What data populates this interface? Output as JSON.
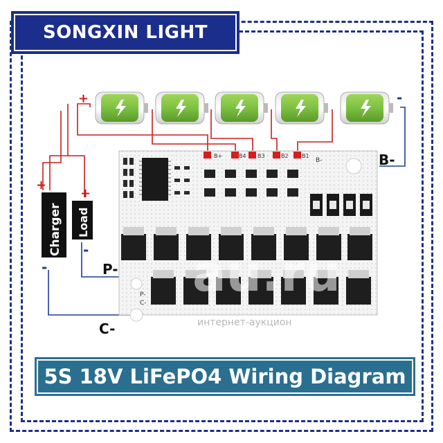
{
  "brand": {
    "name": "SONGXIN LIGHT"
  },
  "caption": {
    "text": "5S 18V LiFePO4 Wiring Diagram"
  },
  "battery": {
    "plus_sign": "+",
    "minus_sign": "-"
  },
  "terminals": {
    "b_minus": "B-",
    "p_minus": "P-",
    "c_minus": "C-"
  },
  "board": {
    "pad_labels": [
      "B+",
      "B4",
      "B3",
      "B2",
      "B1"
    ],
    "b_minus_silk": "B-",
    "p_silk": "P-",
    "c_silk": "C-"
  },
  "devices": {
    "charger": "Charger",
    "load": "Load",
    "plus_sign": "+",
    "minus_sign": "-"
  },
  "watermark": {
    "text": "au.ru",
    "subtext": "интернет-аукцион"
  },
  "colors": {
    "frame": "#1c2e8c",
    "caption_bg": "#2a6f8f",
    "wire_red": "#c81e1e",
    "wire_blue": "#1c3a96",
    "cell_green": "#7dc142",
    "board": "#f3f3f3"
  }
}
